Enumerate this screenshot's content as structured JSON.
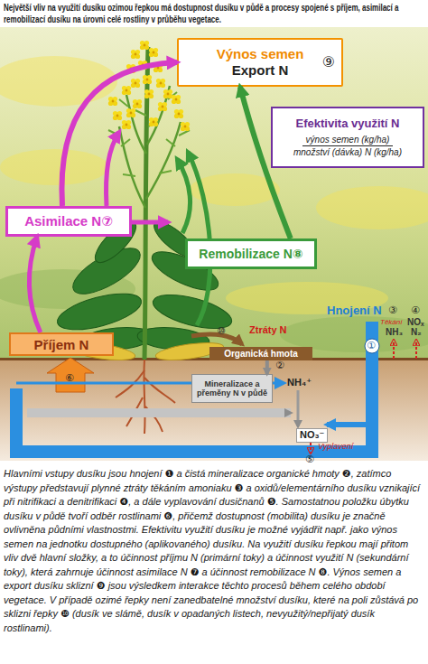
{
  "diagram": {
    "title": "Největší vliv na využití dusíku ozimou řepkou má dostupnost dusíku v půdě a procesy spojené s příjem, asimilací a remobilizací dusíku na úrovni celé rostliny v průběhu vegetace.",
    "caption": "Hlavními vstupy dusíku jsou hnojení ❶ a čistá mineralizace organické hmoty ❷, zatímco výstupy představují plynné ztráty těkáním amoniaku ❸ a oxidů/elementárního dusíku vznikající při nitrifikaci a denitrifikaci ❹, a dále vyplavování dusičnanů ❺. Samostatnou položku úbytku dusíku v půdě tvoří odběr rostlinami ❻, přičemž dostupnost (mobilita) dusíku je značně ovlivněna půdními vlastnostmi. Efektivitu využití dusíku je možné vyjádřit např. jako výnos semen na jednotku dostupného (aplikovaného) dusíku. Na využití dusíku řepkou mají přitom vliv dvě hlavní složky, a to účinnost příjmu N (primární toky) a účinnost využití N (sekundární toky), která zahrnuje účinnost asimilace N ❼ a účinnost remobilizace N ❽. Výnos semen a export dusíku sklizní ❾ jsou výsledkem interakce těchto procesů během celého období vegetace. V případě ozimé řepky není zanedbatelné množství dusíku, které na poli zůstává po sklizni řepky ❿ (dusík ve slámě, dusík v opadaných listech, nevyužitý/nepřijatý dusík rostlinami).",
    "nodes": [
      {
        "text": [
          "Výnos semen",
          "Export N",
          "⑨"
        ]
      },
      {
        "text": [
          "Efektivita využití N",
          "výnos semen (kg/ha)",
          "množství (dávka) N (kg/ha)"
        ]
      },
      {
        "text": [
          "Asimilace N⑦"
        ]
      },
      {
        "text": [
          "Remobilizace N⑧"
        ]
      },
      {
        "text": [
          "Příjem N"
        ]
      },
      {
        "text": [
          "Organická hmota"
        ]
      },
      {
        "text": [
          "Mineralizace a přeměny N v půdě"
        ]
      }
    ],
    "edges": [
      {
        "from": 4,
        "to": 2,
        "arrow": "to"
      },
      {
        "from": 2,
        "to": 0,
        "arrow": "to"
      },
      {
        "from": 3,
        "to": 0,
        "arrow": "to"
      },
      {
        "from": 5,
        "to": 6,
        "arrow": "to"
      }
    ],
    "labels": [
      "Hnojení N",
      "①",
      "②",
      "③",
      "④",
      "Těkání",
      "NH₃",
      "NOₓ",
      "N₂",
      "Ztráty N",
      "⑩",
      "⑥",
      "NH₄⁺",
      "NO₃⁻",
      "Vyplavení",
      "⑤"
    ]
  }
}
